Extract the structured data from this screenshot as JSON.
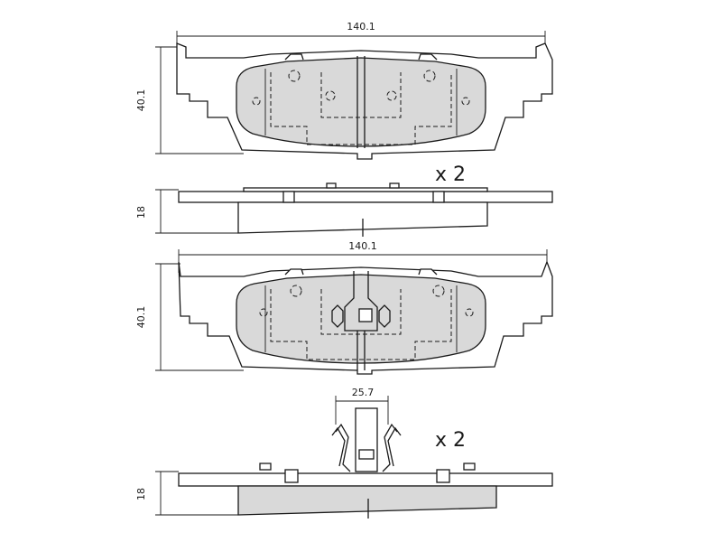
{
  "diagram": {
    "top_pad": {
      "width_dim": "140.1",
      "height_dim": "40.1",
      "thickness_dim": "18",
      "quantity": "x 2"
    },
    "bottom_pad": {
      "width_dim": "140.1",
      "height_dim": "40.1",
      "thickness_dim": "18",
      "clip_width_dim": "25.7",
      "quantity": "x 2"
    },
    "colors": {
      "friction_material": "#d9d9d9",
      "line": "#1a1a1a"
    }
  }
}
